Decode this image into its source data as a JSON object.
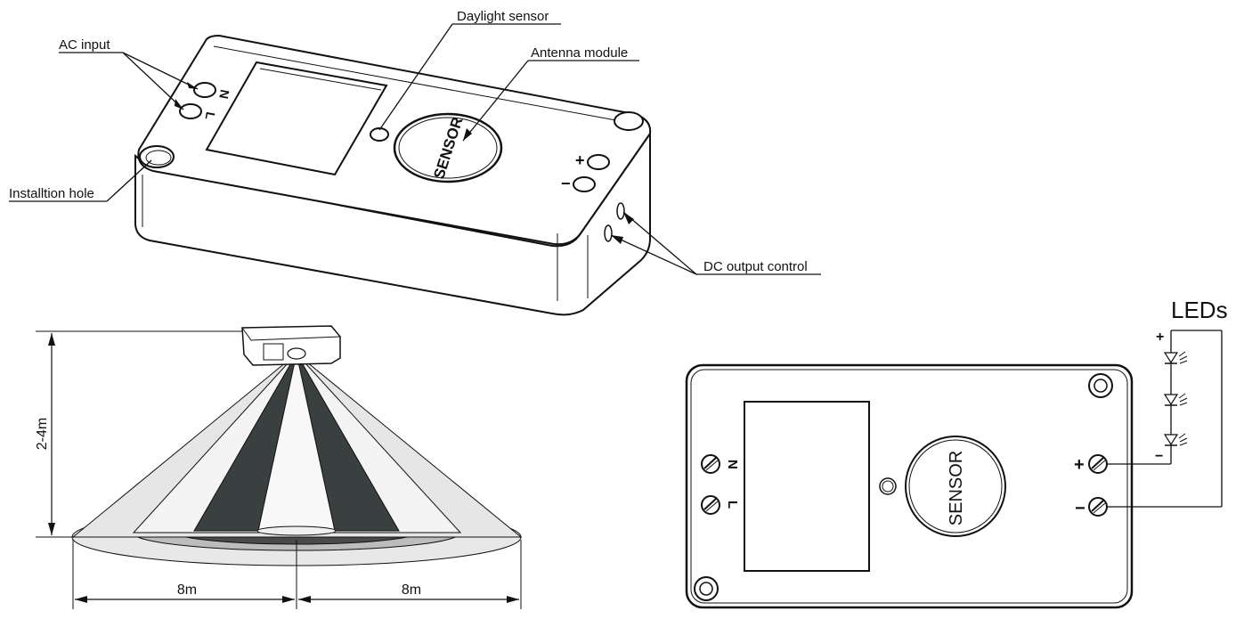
{
  "callouts": {
    "ac_input": "AC input",
    "daylight_sensor": "Daylight sensor",
    "antenna_module": "Antenna module",
    "installation_hole": "Installtion hole",
    "dc_output_control": "DC output control"
  },
  "device": {
    "sensor_text": "SENSOR",
    "terminal_n": "N",
    "terminal_l": "L",
    "plus": "+",
    "minus": "−"
  },
  "coverage": {
    "height": "2-4m",
    "left_radius": "8m",
    "right_radius": "8m"
  },
  "wiring": {
    "leds_label": "LEDs",
    "plus": "+",
    "minus": "−"
  }
}
